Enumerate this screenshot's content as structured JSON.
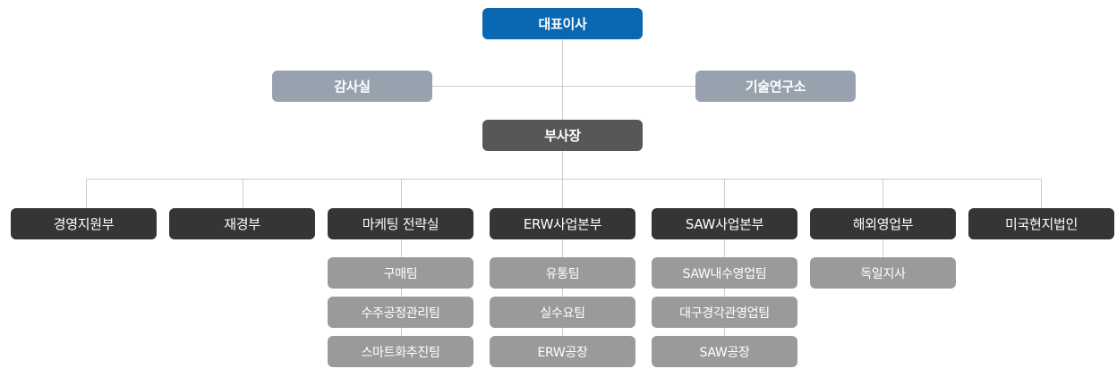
{
  "org": {
    "ceo": "대표이사",
    "audit": "감사실",
    "rnd": "기술연구소",
    "vice_president": "부사장",
    "divisions": [
      {
        "label": "경영지원부",
        "teams": []
      },
      {
        "label": "재경부",
        "teams": []
      },
      {
        "label": "마케팅 전략실",
        "teams": [
          "구매팀",
          "수주공정관리팀",
          "스마트화추진팀"
        ]
      },
      {
        "label": "ERW사업본부",
        "teams": [
          "유통팀",
          "실수요팀",
          "ERW공장"
        ]
      },
      {
        "label": "SAW사업본부",
        "teams": [
          "SAW내수영업팀",
          "대구경각관영업팀",
          "SAW공장"
        ]
      },
      {
        "label": "해외영업부",
        "teams": [
          "독일지사"
        ]
      },
      {
        "label": "미국현지법인",
        "teams": []
      }
    ]
  },
  "colors": {
    "ceo": "#0a67b1",
    "staff": "#98a2ae",
    "vice_president": "#575757",
    "division": "#353535",
    "team": "#9a9a9a",
    "connector": "#cccccc"
  }
}
